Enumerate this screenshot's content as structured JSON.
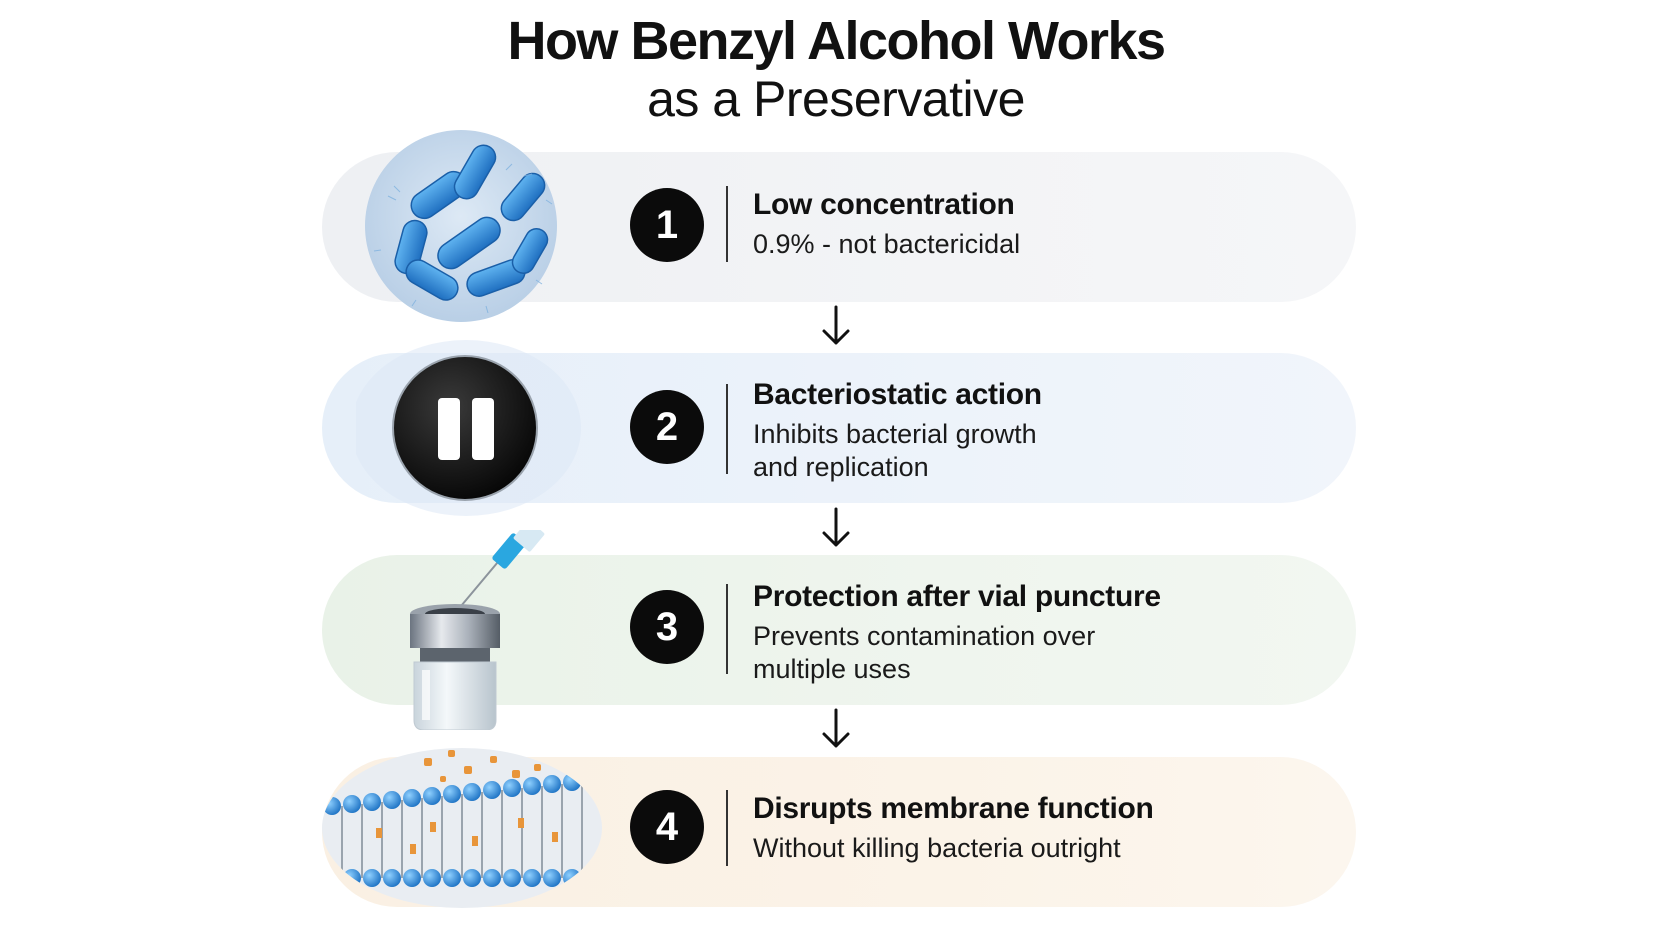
{
  "title": "How Benzyl Alcohol Works",
  "subtitle": "as a Preservative",
  "steps": [
    {
      "number": "1",
      "heading": "Low concentration",
      "line1": "0.9% - not bactericidal",
      "line2": "",
      "illustration": "bacteria-illustration"
    },
    {
      "number": "2",
      "heading": "Bacteriostatic action",
      "line1": "Inhibits bacterial growth",
      "line2": "and replication",
      "illustration": "pause-icon"
    },
    {
      "number": "3",
      "heading": "Protection after vial puncture",
      "line1": "Prevents contamination over",
      "line2": "multiple uses",
      "illustration": "vial-needle-illustration"
    },
    {
      "number": "4",
      "heading": "Disrupts membrane function",
      "line1": "Without killing bacteria outright",
      "line2": "",
      "illustration": "membrane-illustration"
    }
  ],
  "colors": {
    "step1_bg": "#f1f2f5",
    "step2_bg": "#eaf1fa",
    "step3_bg": "#edf4ec",
    "step4_bg": "#fbf2e6",
    "badge": "#0b0b0b",
    "bacteria": "#2f86d6",
    "membrane_head": "#2e8fd8",
    "membrane_tail": "#e8953a"
  }
}
